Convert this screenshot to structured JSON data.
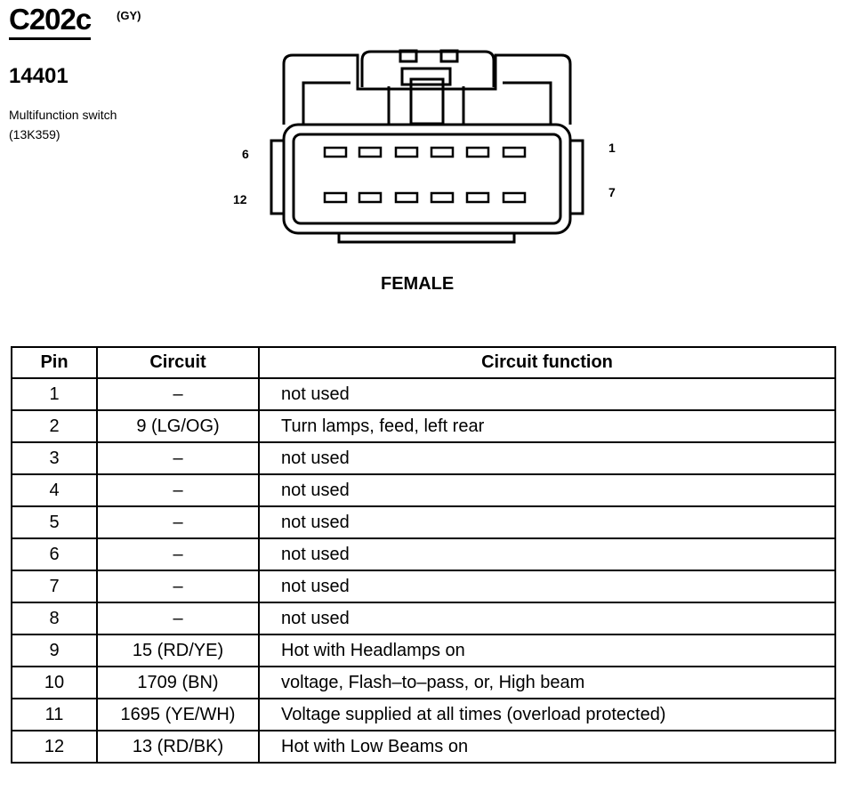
{
  "header": {
    "connector_id": "C202c",
    "color_code": "(GY)",
    "part_number": "14401",
    "description_line1": "Multifunction switch",
    "description_line2": "(13K359)"
  },
  "connector": {
    "pin_labels": {
      "top_left": "6",
      "bottom_left": "12",
      "top_right": "1",
      "bottom_right": "7"
    },
    "gender": "FEMALE"
  },
  "table": {
    "headers": {
      "pin": "Pin",
      "circuit": "Circuit",
      "function": "Circuit function"
    },
    "rows": [
      {
        "pin": "1",
        "circuit": "–",
        "function": "not used"
      },
      {
        "pin": "2",
        "circuit": "9 (LG/OG)",
        "function": "Turn lamps, feed, left rear"
      },
      {
        "pin": "3",
        "circuit": "–",
        "function": "not used"
      },
      {
        "pin": "4",
        "circuit": "–",
        "function": "not used"
      },
      {
        "pin": "5",
        "circuit": "–",
        "function": "not used"
      },
      {
        "pin": "6",
        "circuit": "–",
        "function": "not used"
      },
      {
        "pin": "7",
        "circuit": "–",
        "function": "not used"
      },
      {
        "pin": "8",
        "circuit": "–",
        "function": "not used"
      },
      {
        "pin": "9",
        "circuit": "15 (RD/YE)",
        "function": "Hot with Headlamps on"
      },
      {
        "pin": "10",
        "circuit": "1709 (BN)",
        "function": "voltage, Flash–to–pass, or, High beam"
      },
      {
        "pin": "11",
        "circuit": "1695 (YE/WH)",
        "function": "Voltage supplied at all times (overload protected)"
      },
      {
        "pin": "12",
        "circuit": "13 (RD/BK)",
        "function": "Hot with Low Beams on"
      }
    ]
  }
}
